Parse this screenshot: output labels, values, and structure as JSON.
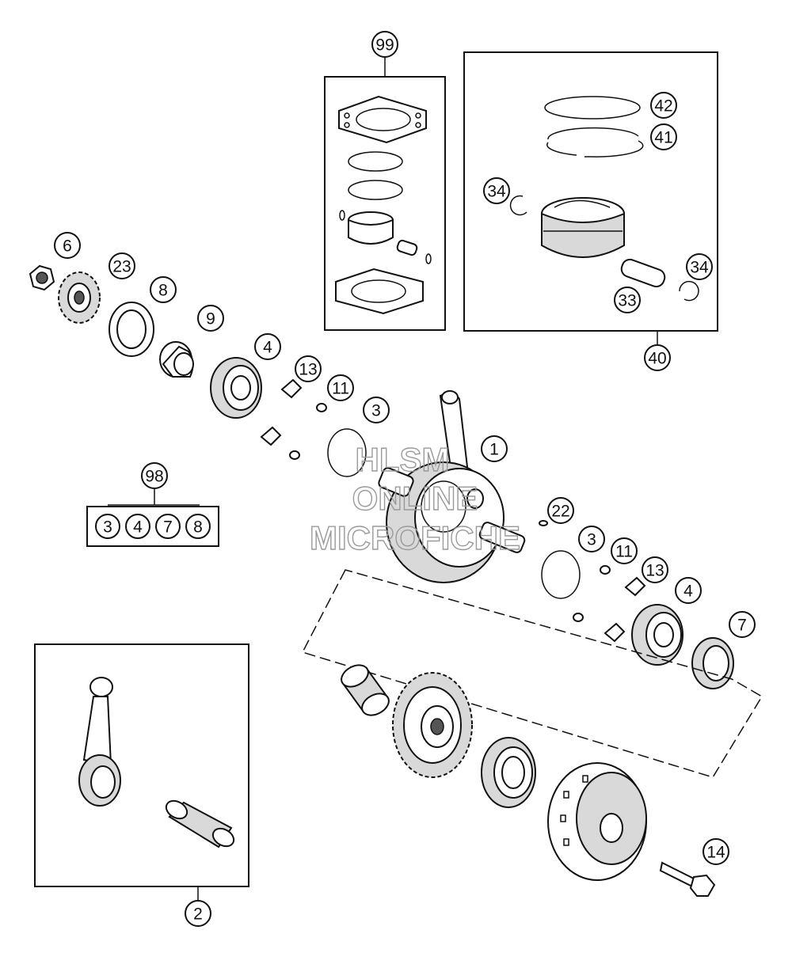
{
  "callouts": {
    "c99": "99",
    "c40": "40",
    "c42": "42",
    "c41": "41",
    "c34a": "34",
    "c34b": "34",
    "c33": "33",
    "c6": "6",
    "c23": "23",
    "c8": "8",
    "c9": "9",
    "c4a": "4",
    "c13a": "13",
    "c11a": "11",
    "c3a": "3",
    "c1": "1",
    "c98": "98",
    "c22": "22",
    "c3b": "3",
    "c11b": "11",
    "c13b": "13",
    "c4b": "4",
    "c7": "7",
    "c2": "2",
    "c14": "14"
  },
  "kit98": [
    "3",
    "4",
    "7",
    "8"
  ],
  "watermark": {
    "line1": "HLSM",
    "line2": "ONLINE",
    "line3": "MICROFICHE"
  },
  "colors": {
    "line": "#111111",
    "part_shade": "#d9d9d9",
    "watermark": "#9a9a9a"
  }
}
